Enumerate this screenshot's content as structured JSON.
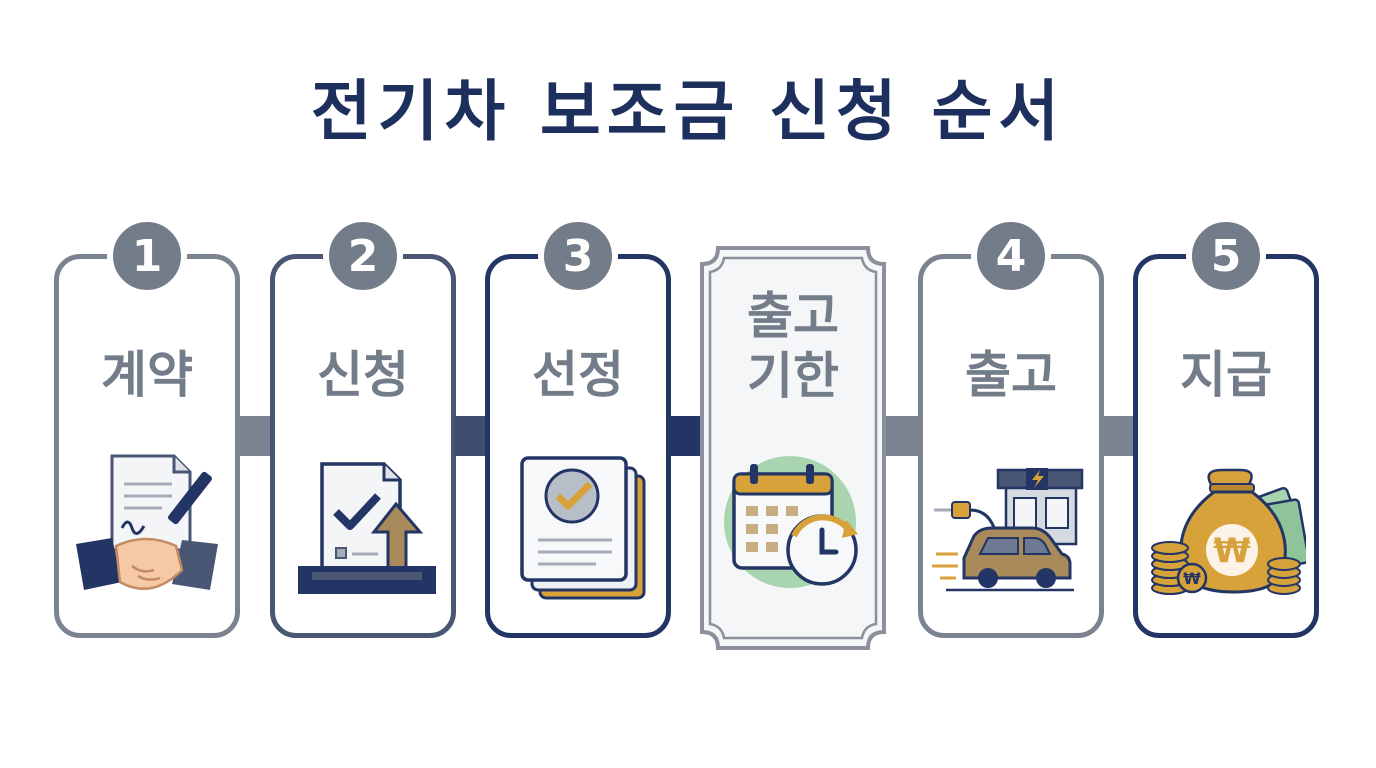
{
  "title": "전기차 보조금 신청 순서",
  "steps": [
    {
      "number": "1",
      "label": "계약"
    },
    {
      "number": "2",
      "label": "신청"
    },
    {
      "number": "3",
      "label": "선정"
    },
    {
      "number": "4",
      "label": "출고"
    },
    {
      "number": "5",
      "label": "지급"
    }
  ],
  "deadline_step": {
    "line1": "출고",
    "line2": "기한"
  },
  "currency_symbol": "₩",
  "colors": {
    "navy": "#233565",
    "gray": "#737c89",
    "gold": "#d8a23a",
    "green": "#a8d5b0"
  }
}
